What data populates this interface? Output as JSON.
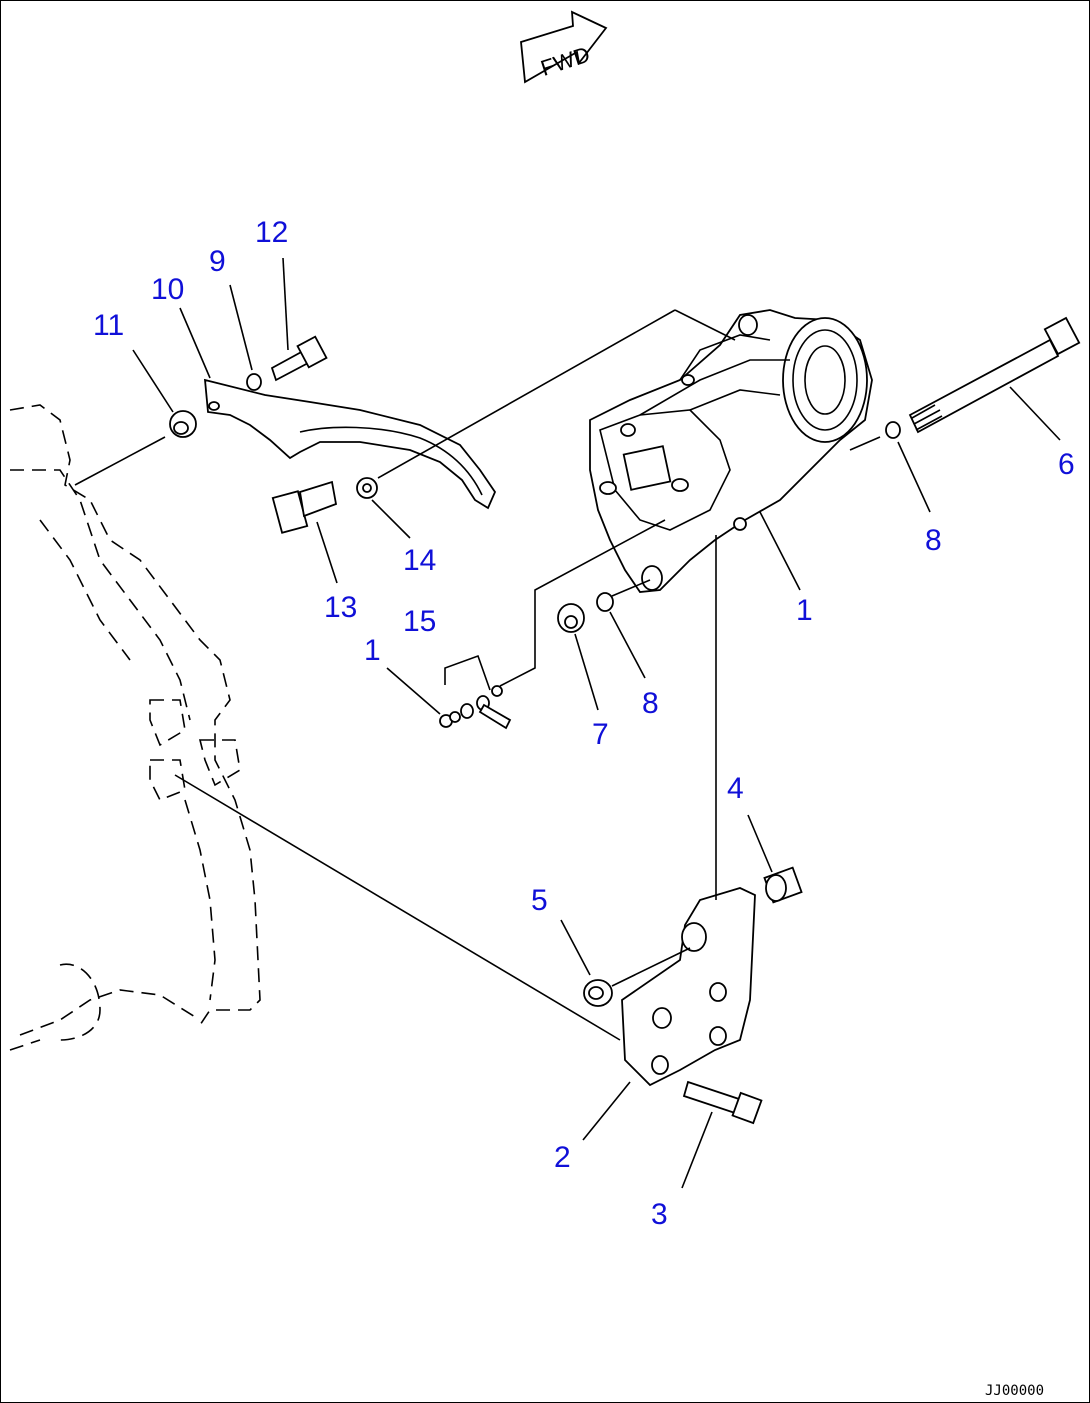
{
  "diagram": {
    "direction_label": "FWD",
    "drawing_code": "JJ00000",
    "colors": {
      "callout": "#1010d8",
      "line": "#000000",
      "background": "#ffffff"
    },
    "callouts": [
      "12",
      "9",
      "10",
      "11",
      "6",
      "8",
      "14",
      "13",
      "1",
      "15",
      "1",
      "8",
      "7",
      "4",
      "5",
      "2",
      "3"
    ],
    "parts": [
      "compressor",
      "upper-bracket",
      "lower-bracket",
      "bolts",
      "washers",
      "nuts",
      "spacers",
      "engine-outline"
    ]
  }
}
